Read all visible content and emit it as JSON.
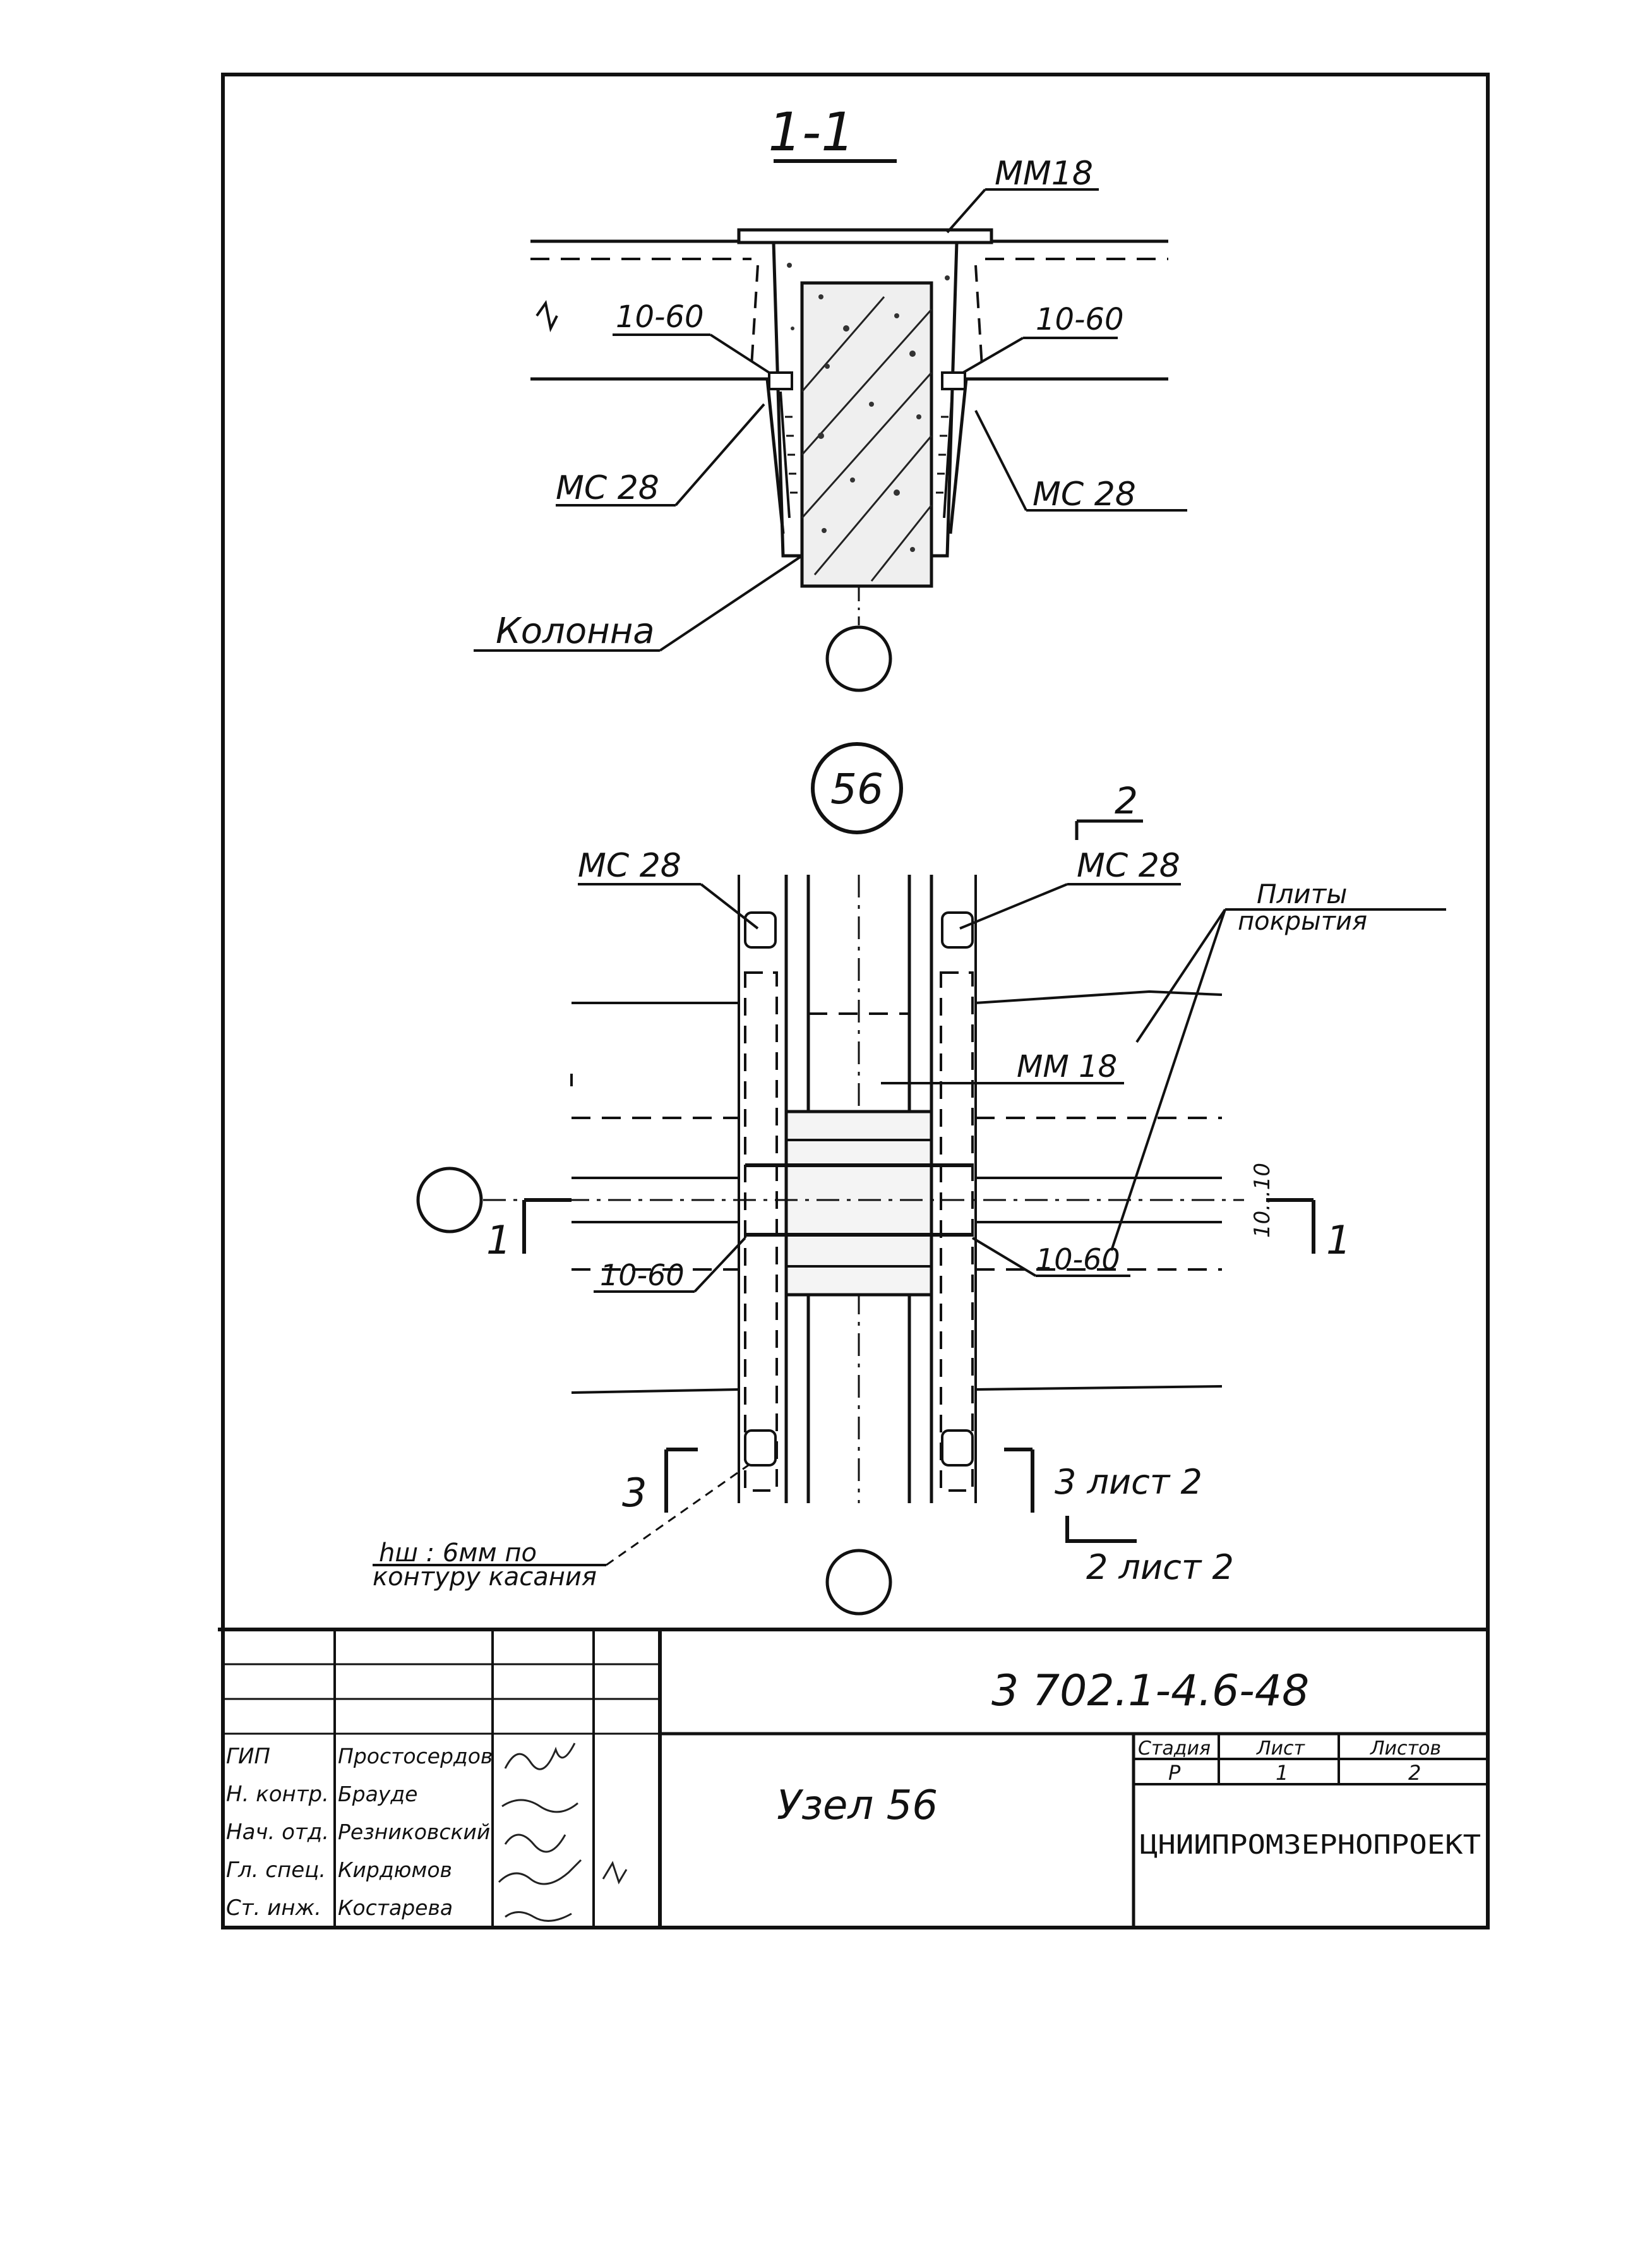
{
  "section_title": "1-1",
  "labels": {
    "mm18": "ММ18",
    "plate_weld_left": "10-60",
    "plate_weld_right": "10-60",
    "mc28_left": "МС 28",
    "mc28_right": "МС 28",
    "column": "Колонна"
  },
  "node_marker": "56",
  "plan": {
    "mark_2": "2",
    "mc28_left": "МС 28",
    "mc28_right": "МС 28",
    "plates_line1": "Плиты",
    "plates_line2": "покрытия",
    "mm18": "ММ 18",
    "cut_left": "1",
    "cut_right": "1",
    "dim_joint": "10...10",
    "weld_left": "10-60",
    "weld_right": "10-60",
    "cut3_left": "3",
    "ref_3": "3 лист 2",
    "ref_2": "2 лист 2",
    "seam_note_line1": "hш : 6мм по",
    "seam_note_line2": "контуру касания"
  },
  "title_block": {
    "doc_code": "3 702.1-4.6-48",
    "title": "Узел 56",
    "roles": [
      "ГИП",
      "Н. контр.",
      "Нач. отд.",
      "Гл. спец.",
      "Ст. инж."
    ],
    "names": [
      "Простосердов",
      "Брауде",
      "Резниковский",
      "Кирдюмов",
      "Костарева"
    ],
    "stage_header": "Стадия",
    "sheet_header": "Лист",
    "sheets_header": "Листов",
    "stage": "Р",
    "sheet": "1",
    "sheets": "2",
    "organization": "ЦНИИПРОМЗЕРНОПРОЕКТ"
  }
}
